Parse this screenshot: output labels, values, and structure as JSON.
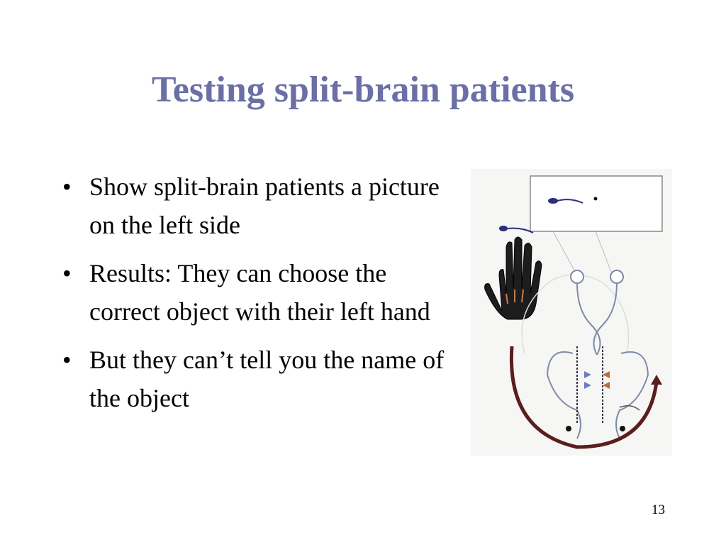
{
  "slide": {
    "title": "Testing split-brain patients",
    "bullets": [
      {
        "text": "Show split-brain patients a picture on the left side"
      },
      {
        "text": "Results: They can choose the correct object with their left hand"
      },
      {
        "text": "But they can’t tell you the name of the object"
      }
    ],
    "page_number": "13"
  },
  "colors": {
    "title": "#6b6fa6",
    "text": "#000000",
    "background": "#ffffff"
  }
}
